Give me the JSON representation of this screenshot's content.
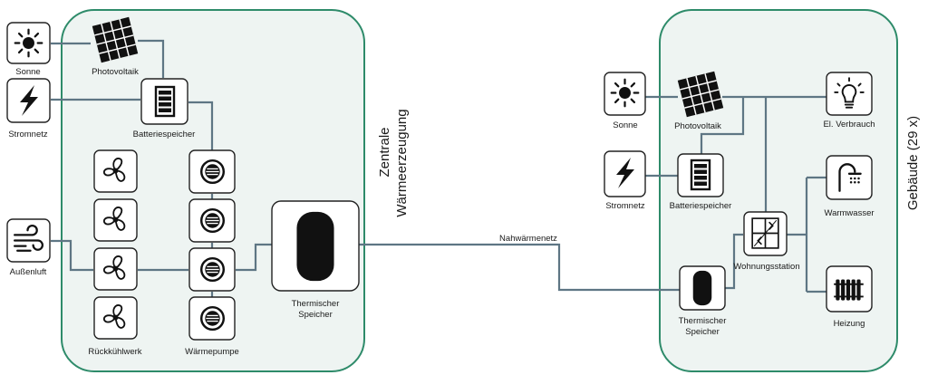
{
  "labels": {
    "sonne_left": "Sonne",
    "pv_left": "Photovoltaik",
    "stromnetz_left": "Stromnetz",
    "batterie_left": "Batteriespeicher",
    "aussenluft": "Außenluft",
    "rueckkuehlwerk": "Rückkühlwerk",
    "waermepumpe": "Wärmepumpe",
    "thermischer_left_1": "Thermischer",
    "thermischer_left_2": "Speicher",
    "zentrale_1": "Zentrale",
    "zentrale_2": "Wärmeerzeugung",
    "nahwaermenetz": "Nahwärmenetz",
    "sonne_right": "Sonne",
    "pv_right": "Photovoltaik",
    "stromnetz_right": "Stromnetz",
    "batterie_right": "Batteriespeicher",
    "thermischer_right_1": "Thermischer",
    "thermischer_right_2": "Speicher",
    "wohnungsstation": "Wohnungsstation",
    "el_verbrauch": "El. Verbrauch",
    "warmwasser": "Warmwasser",
    "heizung": "Heizung",
    "gebaeude": "Gebäude (29 x)"
  },
  "colors": {
    "zone_border": "#2e8b6a",
    "zone_fill": "#eef4f2",
    "connector": "#5e7684"
  },
  "icons": [
    "sun-icon",
    "solar-panel-icon",
    "lightning-icon",
    "battery-icon",
    "wind-icon",
    "fan-icon",
    "heat-pump-icon",
    "storage-tank-icon",
    "bulb-icon",
    "shower-icon",
    "radiator-icon",
    "station-icon"
  ]
}
